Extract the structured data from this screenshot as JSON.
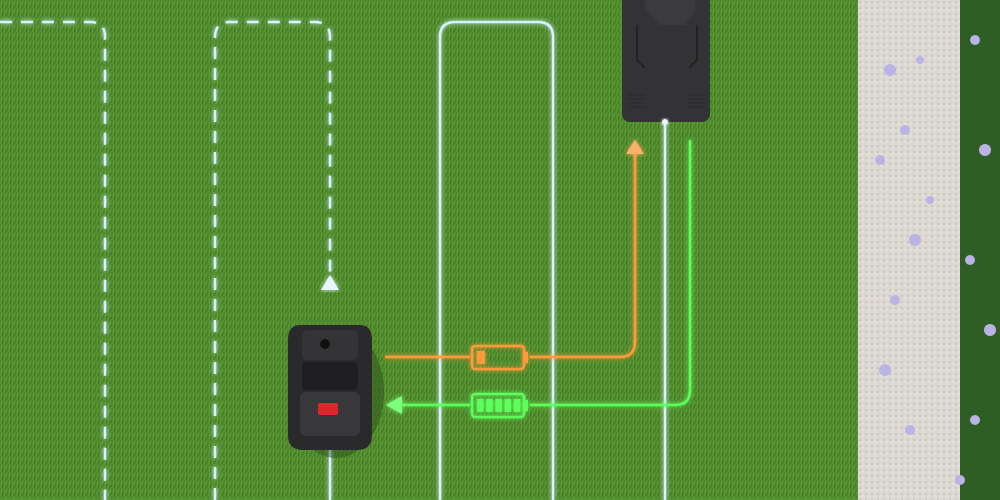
{
  "colors": {
    "lawn": "#4f8a2c",
    "lawn_dark": "#3f7424",
    "gravel": "#d9d6cf",
    "path_planned": "#cfeeff",
    "path_return": "#ff9a3c",
    "path_resume": "#5cff5c",
    "mower_body": "#2a2a2c",
    "mower_button": "#e0262b",
    "station_body": "#333336"
  },
  "battery_low": {
    "level_bars": 1,
    "total_bars": 5
  },
  "battery_full": {
    "level_bars": 5,
    "total_bars": 5
  }
}
